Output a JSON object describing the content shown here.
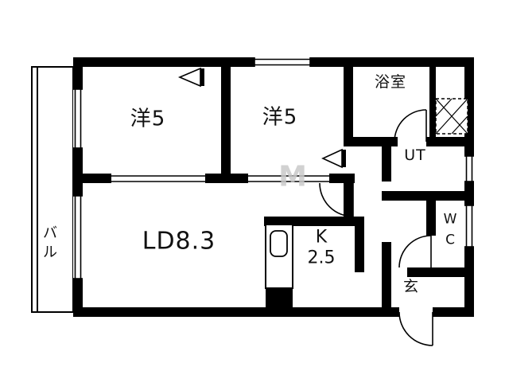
{
  "watermark": {
    "text": "M"
  },
  "rooms": {
    "bedroom1": {
      "label": "洋5"
    },
    "bedroom2": {
      "label": "洋5"
    },
    "bath": {
      "label": "浴室"
    },
    "utility": {
      "label": "UT"
    },
    "living": {
      "label": "LD8.3"
    },
    "kitchen": {
      "line1": "K",
      "line2": "2.5"
    },
    "wc": {
      "line1": "W",
      "line2": "C"
    },
    "entrance": {
      "label": "玄"
    },
    "balcony": {
      "line1": "バ",
      "line2": "ル"
    }
  },
  "colors": {
    "wall": "#000000",
    "label": "#111111",
    "watermark": "#c9c9c9"
  }
}
